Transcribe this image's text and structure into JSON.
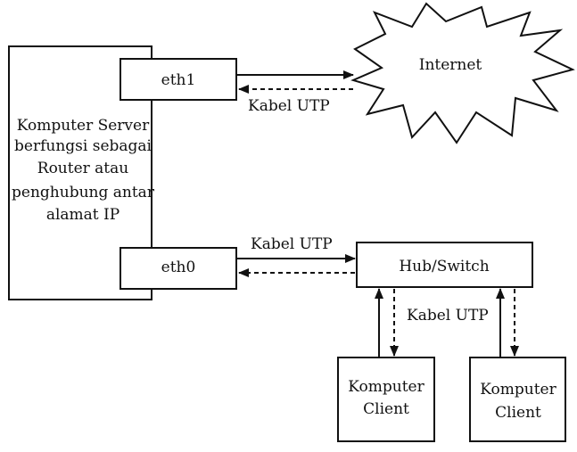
{
  "server": {
    "label_lines": [
      "Komputer Server",
      "berfungsi sebagai",
      "Router atau",
      "penghubung antar",
      "alamat IP"
    ]
  },
  "eth1": {
    "label": "eth1"
  },
  "eth0": {
    "label": "eth0"
  },
  "internet": {
    "label": "Internet"
  },
  "hub": {
    "label": "Hub/Switch"
  },
  "cable_labels": {
    "top": "Kabel UTP",
    "middle": "Kabel UTP",
    "bottom": "Kabel UTP"
  },
  "client_left": {
    "label_lines": [
      "Komputer",
      "Client"
    ]
  },
  "client_right": {
    "label_lines": [
      "Komputer",
      "Client"
    ]
  }
}
